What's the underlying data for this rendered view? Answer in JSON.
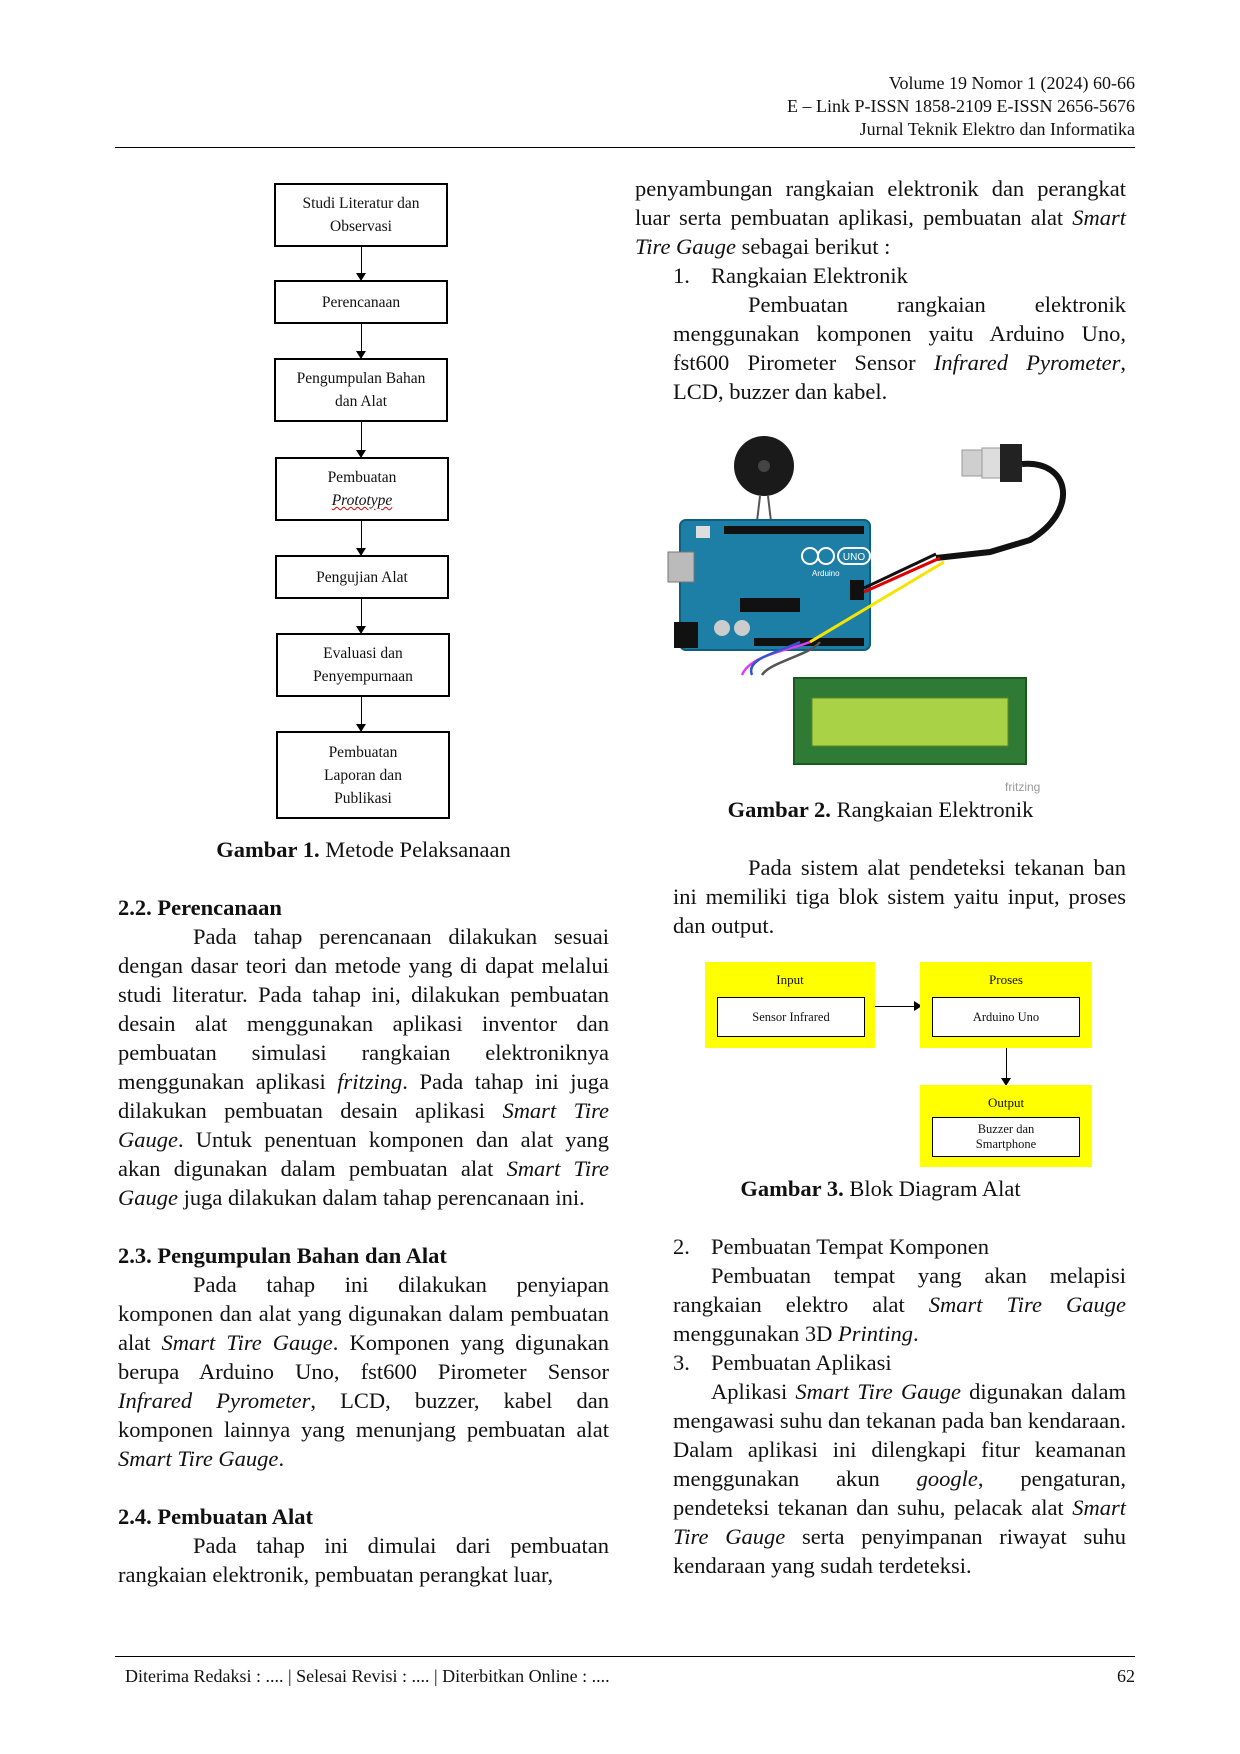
{
  "header": {
    "line1": "Volume 19 Nomor 1 (2024) 60-66",
    "line2": "E – Link P-ISSN 1858-2109 E-ISSN 2656-5676",
    "line3": "Jurnal Teknik Elektro dan Informatika"
  },
  "figure1": {
    "steps": [
      "Studi Literatur dan Observasi",
      "Perencanaan",
      "Pengumpulan Bahan dan Alat",
      "Pembuatan",
      "Prototype",
      "Pengujian Alat",
      "Evaluasi dan Penyempurnaan",
      "Pembuatan Laporan dan Publikasi"
    ],
    "caption_bold": "Gambar 1.",
    "caption_text": " Metode Pelaksanaan"
  },
  "left": {
    "h22": "2.2. Perencanaan",
    "p22": [
      "Pada tahap perencanaan dilakukan sesuai dengan dasar teori dan metode yang di dapat melalui studi literatur. Pada tahap ini, dilakukan pembuatan desain alat menggunakan aplikasi inventor dan pembuatan simulasi rangkaian elektroniknya menggunakan aplikasi ",
      "fritzing",
      ". Pada tahap ini juga dilakukan pembuatan desain aplikasi ",
      "Smart Tire Gauge",
      ". Untuk penentuan komponen dan alat yang akan digunakan dalam pembuatan alat ",
      "Smart Tire Gauge",
      " juga dilakukan dalam tahap perencanaan ini."
    ],
    "h23": "2.3. Pengumpulan Bahan dan Alat",
    "p23": [
      "Pada tahap ini dilakukan penyiapan komponen dan alat yang digunakan dalam pembuatan alat ",
      "Smart Tire Gauge",
      ". Komponen yang digunakan berupa Arduino Uno, fst600 Pirometer Sensor ",
      "Infrared Pyrometer",
      ", LCD, buzzer, kabel dan komponen lainnya yang menunjang pembuatan alat ",
      "Smart Tire Gauge",
      "."
    ],
    "h24": "2.4. Pembuatan Alat",
    "p24": "Pada tahap ini dimulai dari pembuatan rangkaian elektronik, pembuatan perangkat luar,"
  },
  "right": {
    "p_top": [
      "penyambungan rangkaian elektronik dan perangkat luar serta pembuatan aplikasi, pembuatan alat ",
      "Smart Tire Gauge",
      " sebagai berikut :"
    ],
    "item1_num": "1.",
    "item1_title": "Rangkaian Elektronik",
    "item1_text": [
      "Pembuatan rangkaian elektronik menggunakan komponen yaitu Arduino Uno, fst600 Pirometer Sensor ",
      "Infrared Pyrometer",
      ", LCD, buzzer dan kabel."
    ],
    "fig2_board_label": "UNO",
    "fig2_brand": "Arduino",
    "fig2_watermark": "fritzing",
    "fig2_caption_bold": "Gambar 2.",
    "fig2_caption_text": " Rangkaian Elektronik",
    "p_blok": "Pada sistem alat pendeteksi tekanan ban ini memiliki tiga blok sistem yaitu input, proses dan output.",
    "fig3": {
      "input_title": "Input",
      "input_box": "Sensor Infrared",
      "proses_title": "Proses",
      "proses_box": "Arduino Uno",
      "output_title": "Output",
      "output_box": "Buzzer dan Smartphone"
    },
    "fig3_caption_bold": "Gambar 3.",
    "fig3_caption_text": " Blok Diagram Alat",
    "item2_num": "2.",
    "item2_title": "Pembuatan Tempat Komponen",
    "item2_text": [
      "Pembuatan tempat yang akan melapisi rangkaian elektro alat ",
      "Smart Tire Gauge",
      " menggunakan 3D ",
      "Printing",
      "."
    ],
    "item3_num": "3.",
    "item3_title": "Pembuatan Aplikasi",
    "item3_text": [
      "Aplikasi ",
      "Smart Tire Gauge",
      " digunakan dalam mengawasi suhu dan tekanan pada ban kendaraan. Dalam aplikasi ini dilengkapi fitur keamanan menggunakan akun ",
      "google",
      ", pengaturan, pendeteksi tekanan dan suhu, pelacak alat ",
      "Smart Tire Gauge",
      " serta penyimpanan riwayat suhu kendaraan yang sudah terdeteksi."
    ]
  },
  "footer": {
    "text": "Diterima Redaksi : .... | Selesai Revisi : .... | Diterbitkan Online : ....",
    "page": "62"
  }
}
